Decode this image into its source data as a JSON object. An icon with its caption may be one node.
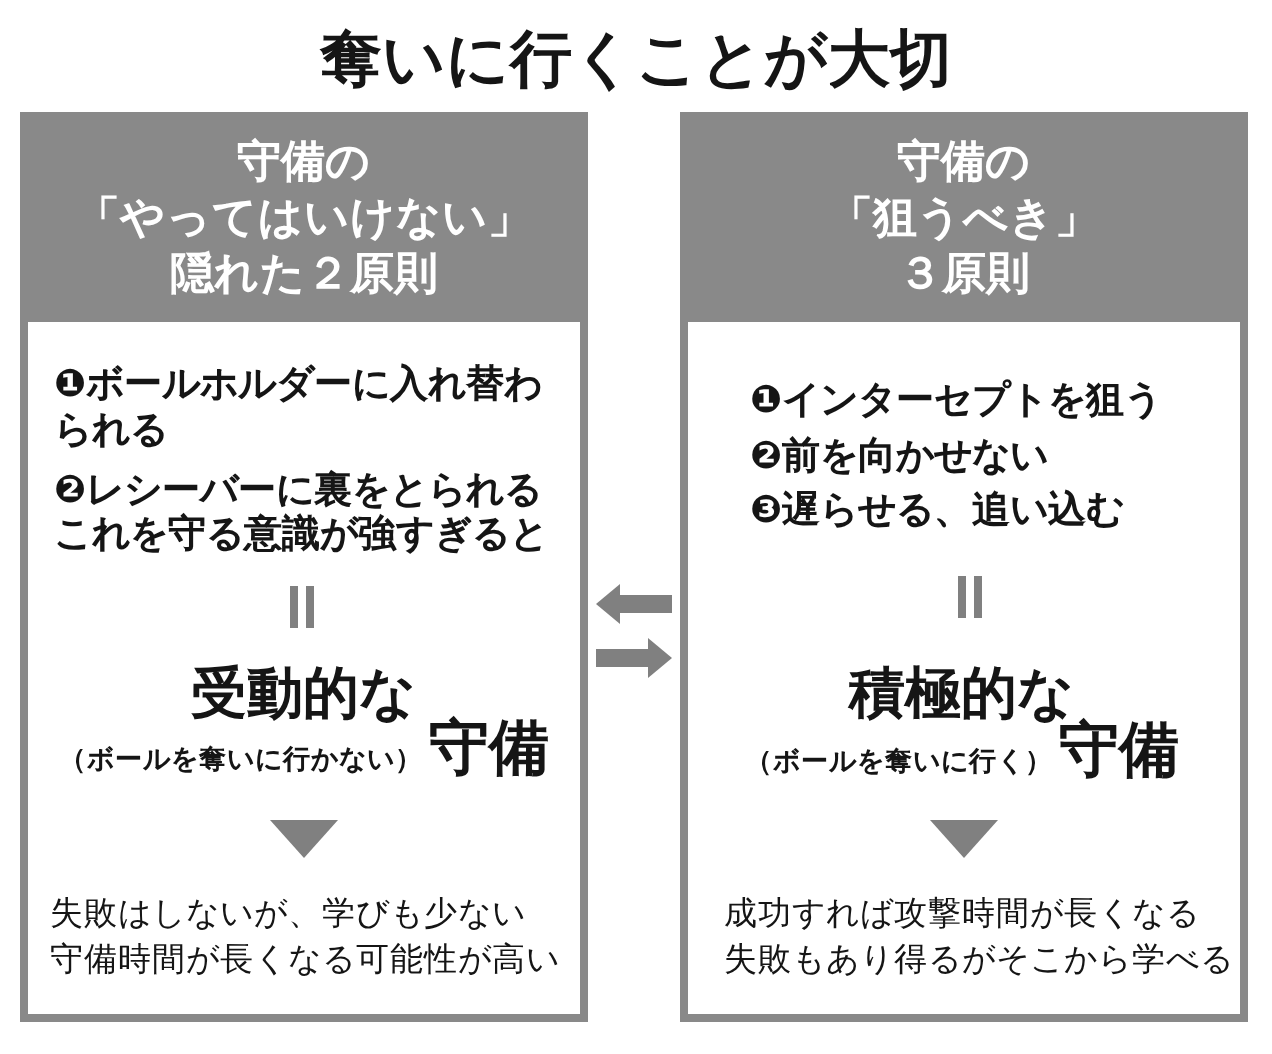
{
  "diagram": {
    "title": "奪いに行くことが大切",
    "nodes": [
      {
        "text": [
          "守備の「やってはいけない」隠れた２原則",
          "❶ボールホルダーに入れ替わられる",
          "❷レシーバーに裏をとられる",
          "これを守る意識が強すぎると",
          "受動的な",
          "（ボールを奪いに行かない）",
          "守備",
          "失敗はしないが、学びも少ない",
          "守備時間が長くなる可能性が高い"
        ]
      },
      {
        "text": [
          "守備の「狙うべき」３原則",
          "❶インターセプトを狙う",
          "❷前を向かせない",
          "❸遅らせる、追い込む",
          "積極的な",
          "（ボールを奪いに行く）",
          "守備",
          "成功すれば攻撃時間が長くなる",
          "失敗もあり得るがそこから学べる"
        ]
      }
    ],
    "edges": [
      {
        "from": 1,
        "to": 0,
        "arrow": "to"
      },
      {
        "from": 0,
        "to": 1,
        "arrow": "to"
      }
    ]
  }
}
